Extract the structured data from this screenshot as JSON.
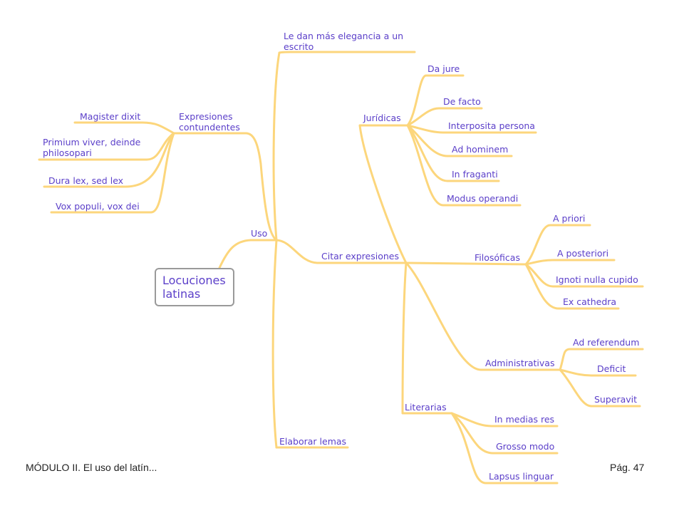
{
  "colors": {
    "branch": "#fcd67c",
    "label": "#5b3fc9",
    "root_border": "#9a9a9a",
    "footer_text": "#222222"
  },
  "root": {
    "line1": "Locuciones",
    "line2": "latinas"
  },
  "nodes": {
    "uso": "Uso",
    "le_dan_1": "Le dan más elegancia a un",
    "le_dan_2": "escrito",
    "expresiones_1": "Expresiones",
    "expresiones_2": "contundentes",
    "magister": "Magister dixit",
    "primium_1": "Primium viver, deinde",
    "primium_2": "philosopari",
    "dura": "Dura lex, sed lex",
    "vox": "Vox populi, vox dei",
    "citar": "Citar expresiones",
    "elaborar": "Elaborar lemas",
    "juridicas": "Jurídicas",
    "da_jure": "Da jure",
    "de_facto": "De facto",
    "interposita": "Interposita persona",
    "ad_hominem": "Ad hominem",
    "in_fraganti": "In fraganti",
    "modus": "Modus operandi",
    "filosoficas": "Filosóficas",
    "a_priori": "A priori",
    "a_posteriori": "A posteriori",
    "ignoti": "Ignoti nulla cupido",
    "ex_cathedra": "Ex cathedra",
    "administrativas": "Administrativas",
    "ad_referendum": "Ad referendum",
    "deficit": "Deficit",
    "superavit": "Superavit",
    "literarias": "Literarias",
    "in_medias": "In medias res",
    "grosso": "Grosso modo",
    "lapsus": "Lapsus linguar"
  },
  "footer": {
    "left": "MÓDULO II. El uso del latín...",
    "right": "Pág. 47"
  }
}
